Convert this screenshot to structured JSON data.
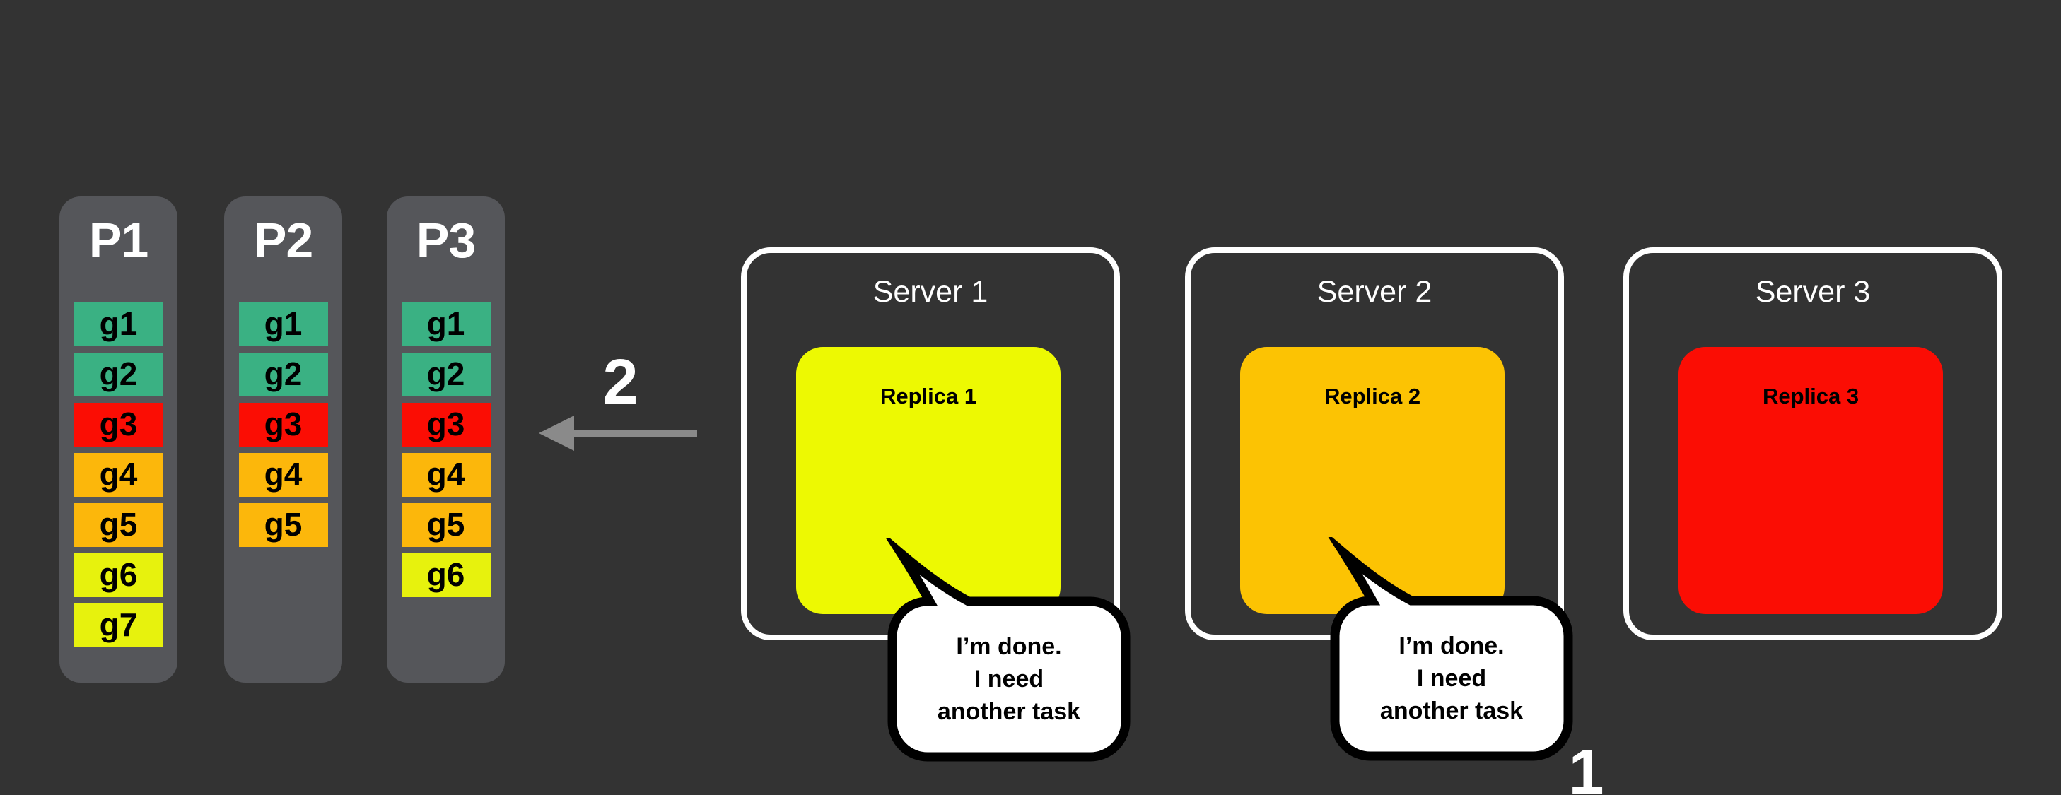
{
  "canvas": {
    "background": "#333333",
    "panel_gray": "#55565a",
    "outline_white": "#ffffff",
    "ink_black": "#000000",
    "arrow_gray": "#8a8a8a"
  },
  "palette": {
    "teal": "#3ab183",
    "red": "#fb0d04",
    "orange": "#fcb70b",
    "yellow": "#e7f20d"
  },
  "partitions": [
    {
      "label": "P1",
      "tasks": [
        {
          "label": "g1",
          "color": "#3ab183"
        },
        {
          "label": "g2",
          "color": "#3ab183"
        },
        {
          "label": "g3",
          "color": "#fb0d04"
        },
        {
          "label": "g4",
          "color": "#fcb70b"
        },
        {
          "label": "g5",
          "color": "#fcb70b"
        },
        {
          "label": "g6",
          "color": "#e7f20d"
        },
        {
          "label": "g7",
          "color": "#e7f20d"
        }
      ]
    },
    {
      "label": "P2",
      "tasks": [
        {
          "label": "g1",
          "color": "#3ab183"
        },
        {
          "label": "g2",
          "color": "#3ab183"
        },
        {
          "label": "g3",
          "color": "#fb0d04"
        },
        {
          "label": "g4",
          "color": "#fcb70b"
        },
        {
          "label": "g5",
          "color": "#fcb70b"
        }
      ]
    },
    {
      "label": "P3",
      "tasks": [
        {
          "label": "g1",
          "color": "#3ab183"
        },
        {
          "label": "g2",
          "color": "#3ab183"
        },
        {
          "label": "g3",
          "color": "#fb0d04"
        },
        {
          "label": "g4",
          "color": "#fcb70b"
        },
        {
          "label": "g5",
          "color": "#fcb70b"
        },
        {
          "label": "g6",
          "color": "#e7f20d"
        }
      ]
    }
  ],
  "steps": {
    "assign": {
      "label": "2"
    },
    "request": {
      "label": "1"
    }
  },
  "servers": [
    {
      "label": "Server 1",
      "replica": {
        "label": "Replica 1",
        "color": "#edf902"
      },
      "bubble": {
        "text": "I’m done.\nI need\nanother task"
      }
    },
    {
      "label": "Server 2",
      "replica": {
        "label": "Replica 2",
        "color": "#fcc303"
      },
      "bubble": {
        "text": "I’m done.\nI need\nanother task"
      }
    },
    {
      "label": "Server 3",
      "replica": {
        "label": "Replica 3",
        "color": "#fb0d04"
      }
    }
  ]
}
